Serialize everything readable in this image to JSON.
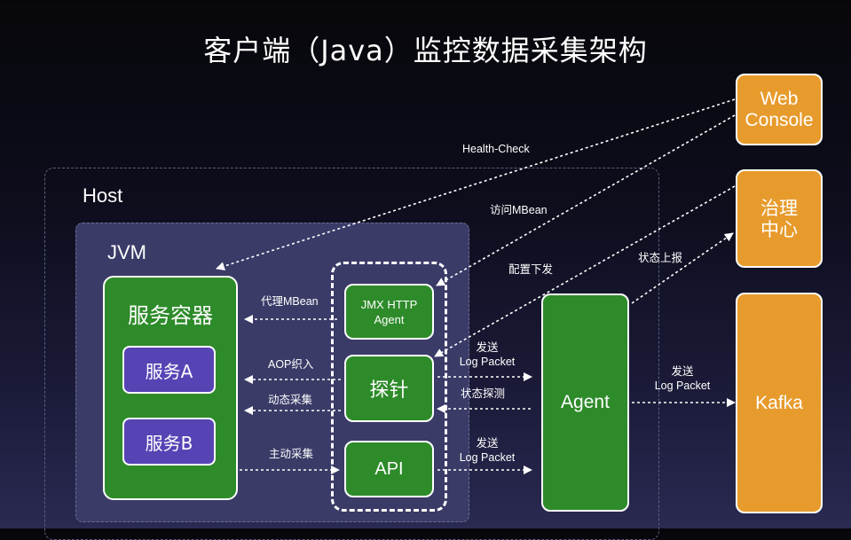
{
  "title": "客户端（Java）监控数据采集架构",
  "host": {
    "label": "Host"
  },
  "jvm": {
    "label": "JVM"
  },
  "service_container": {
    "title": "服务容器",
    "services": [
      "服务A",
      "服务B"
    ]
  },
  "probe_group": {
    "jmx_http_agent": "JMX HTTP\nAgent",
    "probe": "探针",
    "api": "API"
  },
  "agent": {
    "label": "Agent"
  },
  "external": {
    "web_console": "Web\nConsole",
    "governance_center": "治理\n中心",
    "kafka": "Kafka"
  },
  "edges": {
    "health_check": "Health-Check",
    "access_mbean": "访问MBean",
    "config_push": "配置下发",
    "status_report": "状态上报",
    "proxy_mbean": "代理MBean",
    "aop_weave": "AOP织入",
    "dynamic_collect": "动态采集",
    "active_collect": "主动采集",
    "send_log_packet_probe": "发送\nLog Packet",
    "status_detect": "状态探测",
    "send_log_packet_api": "发送\nLog Packet",
    "send_log_packet_kafka": "发送\nLog Packet"
  },
  "colors": {
    "green": "#2e8b2a",
    "purple": "#5644b5",
    "orange": "#e79b2c",
    "jvm_bg": "#3a3b67"
  }
}
